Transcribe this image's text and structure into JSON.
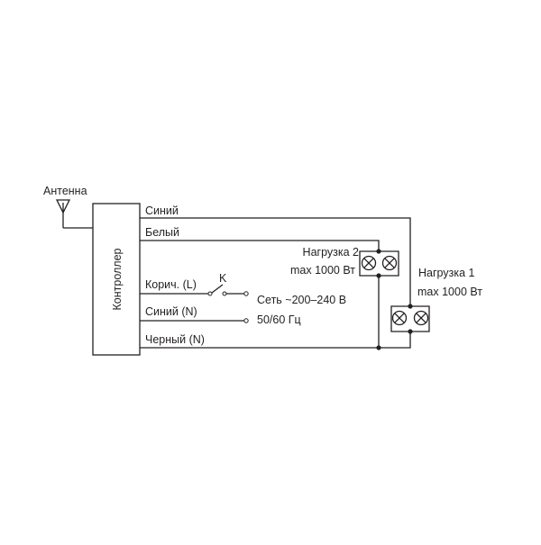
{
  "diagram": {
    "antenna_label": "Антенна",
    "controller_label": "Контроллер",
    "wires": {
      "blue_top": "Синий",
      "white": "Белый",
      "brown": "Корич. (L)",
      "switch": "K",
      "blue_neutral": "Синий (N)",
      "black": "Черный  (N)"
    },
    "mains": {
      "line1": "Сеть ~200–240 В",
      "line2": "50/60 Гц"
    },
    "load2": {
      "title": "Нагрузка 2",
      "rating": "max 1000 Вт"
    },
    "load1": {
      "title": "Нагрузка 1",
      "rating": "max 1000 Вт"
    }
  },
  "colors": {
    "ink": "#231f20",
    "background": "#ffffff"
  }
}
